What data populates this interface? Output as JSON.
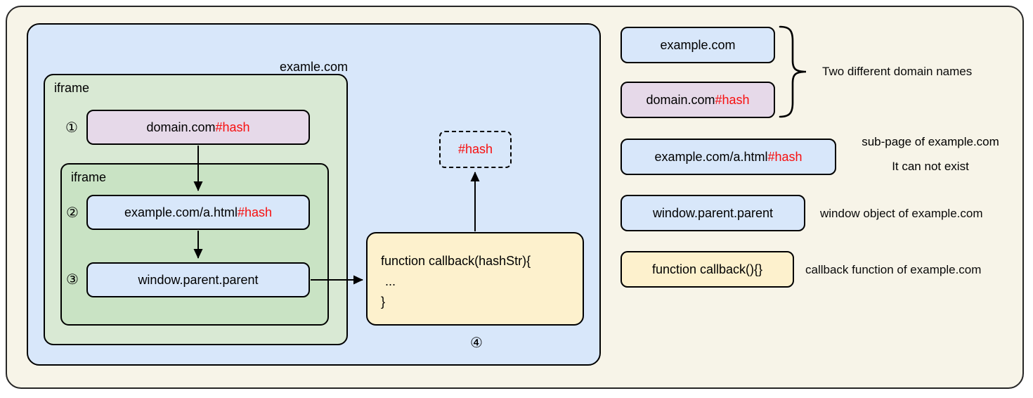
{
  "colors": {
    "canvas_bg": "#f7f4e8",
    "blue_fill": "#d8e7fa",
    "green_outer_fill": "#d9e9d4",
    "green_inner_fill": "#c9e3c4",
    "purple_fill": "#e6d9e9",
    "yellow_fill": "#fdf1cd",
    "hash_red": "#f70f0f",
    "border": "#000000"
  },
  "diagram": {
    "container_label": "examle.com",
    "outer_iframe_label": "iframe",
    "inner_iframe_label": "iframe",
    "step1": {
      "badge": "①",
      "text": "domain.com",
      "hash": "#hash"
    },
    "step2": {
      "badge": "②",
      "text": "example.com/a.html",
      "hash": "#hash"
    },
    "step3": {
      "badge": "③",
      "text": "window.parent.parent"
    },
    "callback_box": {
      "line1": "function callback(hashStr){",
      "line2": "...",
      "line3": "}",
      "badge": "④"
    },
    "hash_output": {
      "hash": "#hash"
    }
  },
  "legend": {
    "domain_pair_note": "Two different domain names",
    "items": [
      {
        "text": "example.com"
      },
      {
        "text": "domain.com",
        "hash": "#hash"
      },
      {
        "text": "example.com/a.html",
        "hash": "#hash",
        "note_line1": "sub-page of example.com",
        "note_line2": "It can not exist"
      },
      {
        "text": "window.parent.parent",
        "note": "window object of example.com"
      },
      {
        "text": "function callback(){}",
        "note": "callback function of example.com"
      }
    ]
  }
}
